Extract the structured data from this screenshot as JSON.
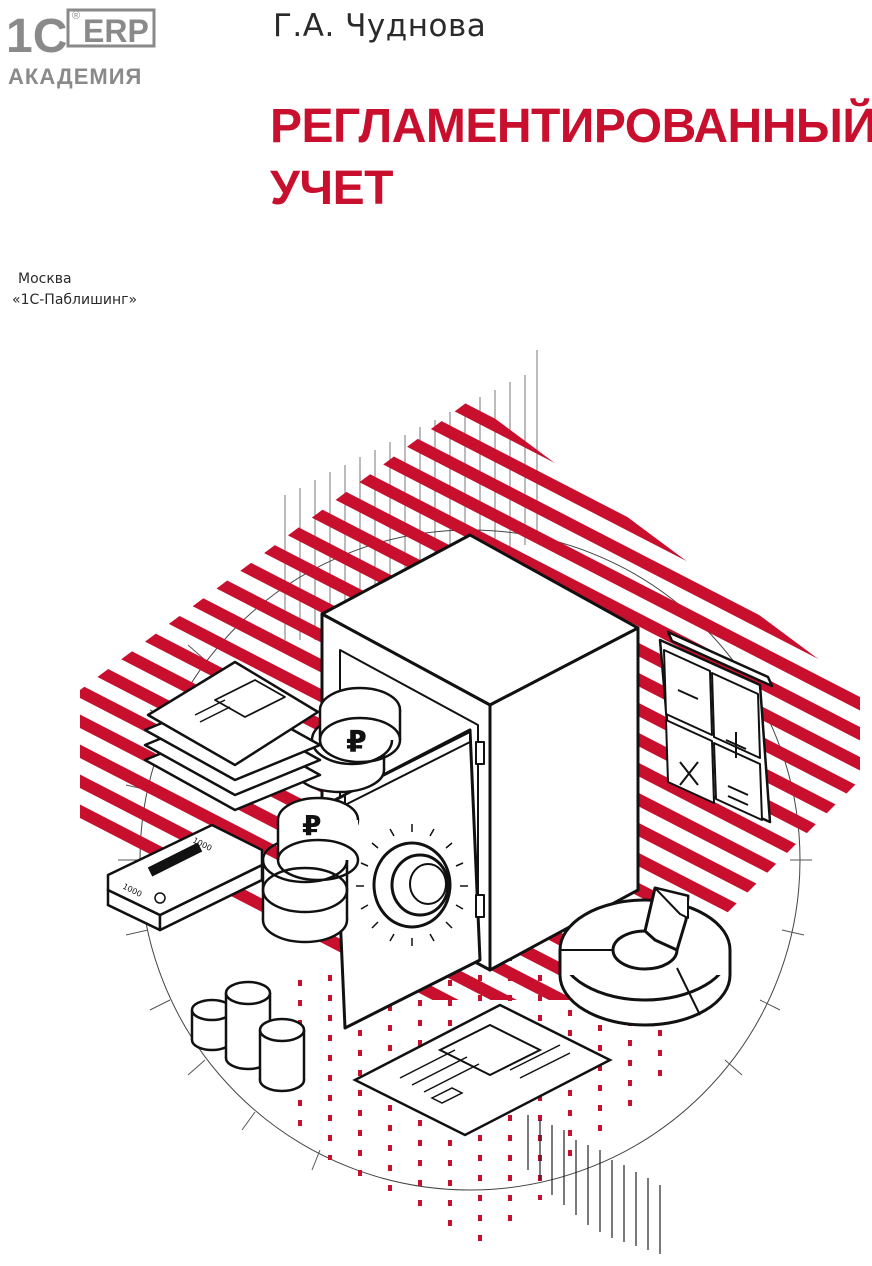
{
  "logo": {
    "brand_1c": "1C",
    "brand_erp": "ERP",
    "registered_mark": "®",
    "academy": "АКАДЕМИЯ"
  },
  "cover": {
    "author": "Г.А. Чуднова",
    "title_line_1": "РЕГЛАМЕНТИРОВАННЫЙ",
    "title_line_2": "УЧЕТ",
    "city": "Москва",
    "publisher": "«1С-Паблишинг»"
  },
  "illustration": {
    "currency_symbol": "₽",
    "banknote_denomination": "1000"
  },
  "colors": {
    "accent_red": "#c8102e",
    "logo_gray": "#8a8a8a",
    "ink": "#1a1a1a"
  },
  "icons": [
    "safe-icon",
    "coin-stack-icon",
    "wallet-icon",
    "banknote-bundle-icon",
    "calculator-icon",
    "pie-chart-icon",
    "document-icon"
  ]
}
